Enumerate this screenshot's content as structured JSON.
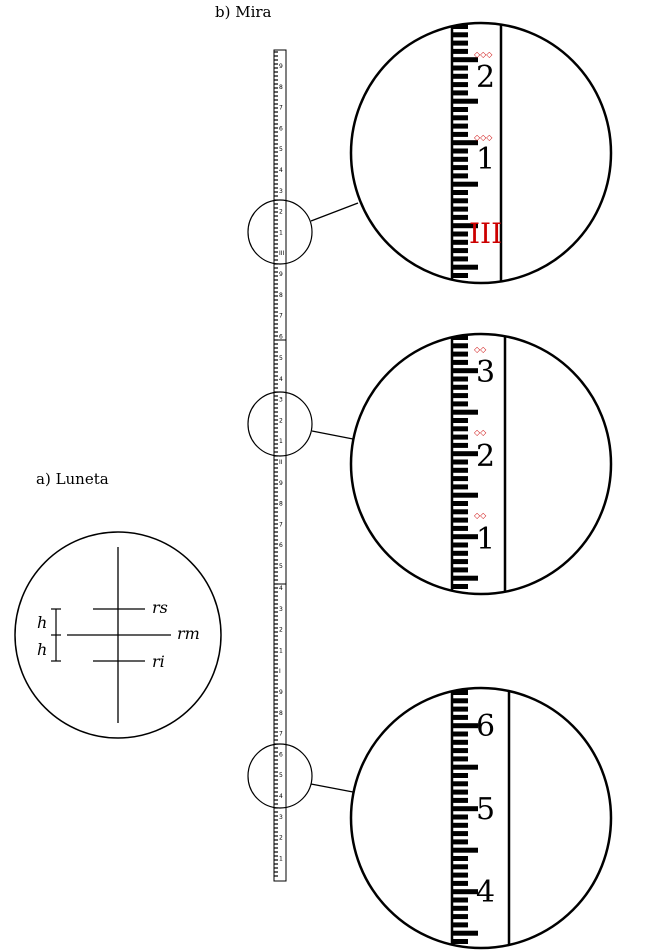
{
  "labels": {
    "mira": "b) Mira",
    "luneta": "a) Luneta"
  },
  "reticle": {
    "h_top": "h",
    "h_bottom": "h",
    "rs": "rs",
    "rm": "rm",
    "ri": "ri"
  },
  "staff_digits": {
    "segment1": [
      "9",
      "8",
      "7",
      "6",
      "5",
      "4",
      "3",
      "2",
      "1",
      "III",
      "9",
      "8",
      "7",
      "6"
    ],
    "segment2": [
      "5",
      "4",
      "3",
      "2",
      "1",
      "II",
      "9",
      "8",
      "7",
      "6",
      "5"
    ],
    "segment3": [
      "4",
      "3",
      "2",
      "1",
      "I",
      "9",
      "8",
      "7",
      "6",
      "5",
      "4",
      "3",
      "2",
      "1"
    ]
  },
  "zooms": [
    {
      "numbers": [
        "2",
        "1"
      ],
      "roman": "III",
      "marks": [
        "◇◇◇",
        "◇◇◇"
      ]
    },
    {
      "numbers": [
        "3",
        "2",
        "1"
      ],
      "roman": "",
      "marks": [
        "◇◇",
        "◇◇",
        "◇◇"
      ]
    },
    {
      "numbers": [
        "6",
        "5",
        "4"
      ],
      "roman": "",
      "marks": []
    }
  ],
  "colors": {
    "ink": "#000000",
    "red_marker": "#cc0000"
  }
}
